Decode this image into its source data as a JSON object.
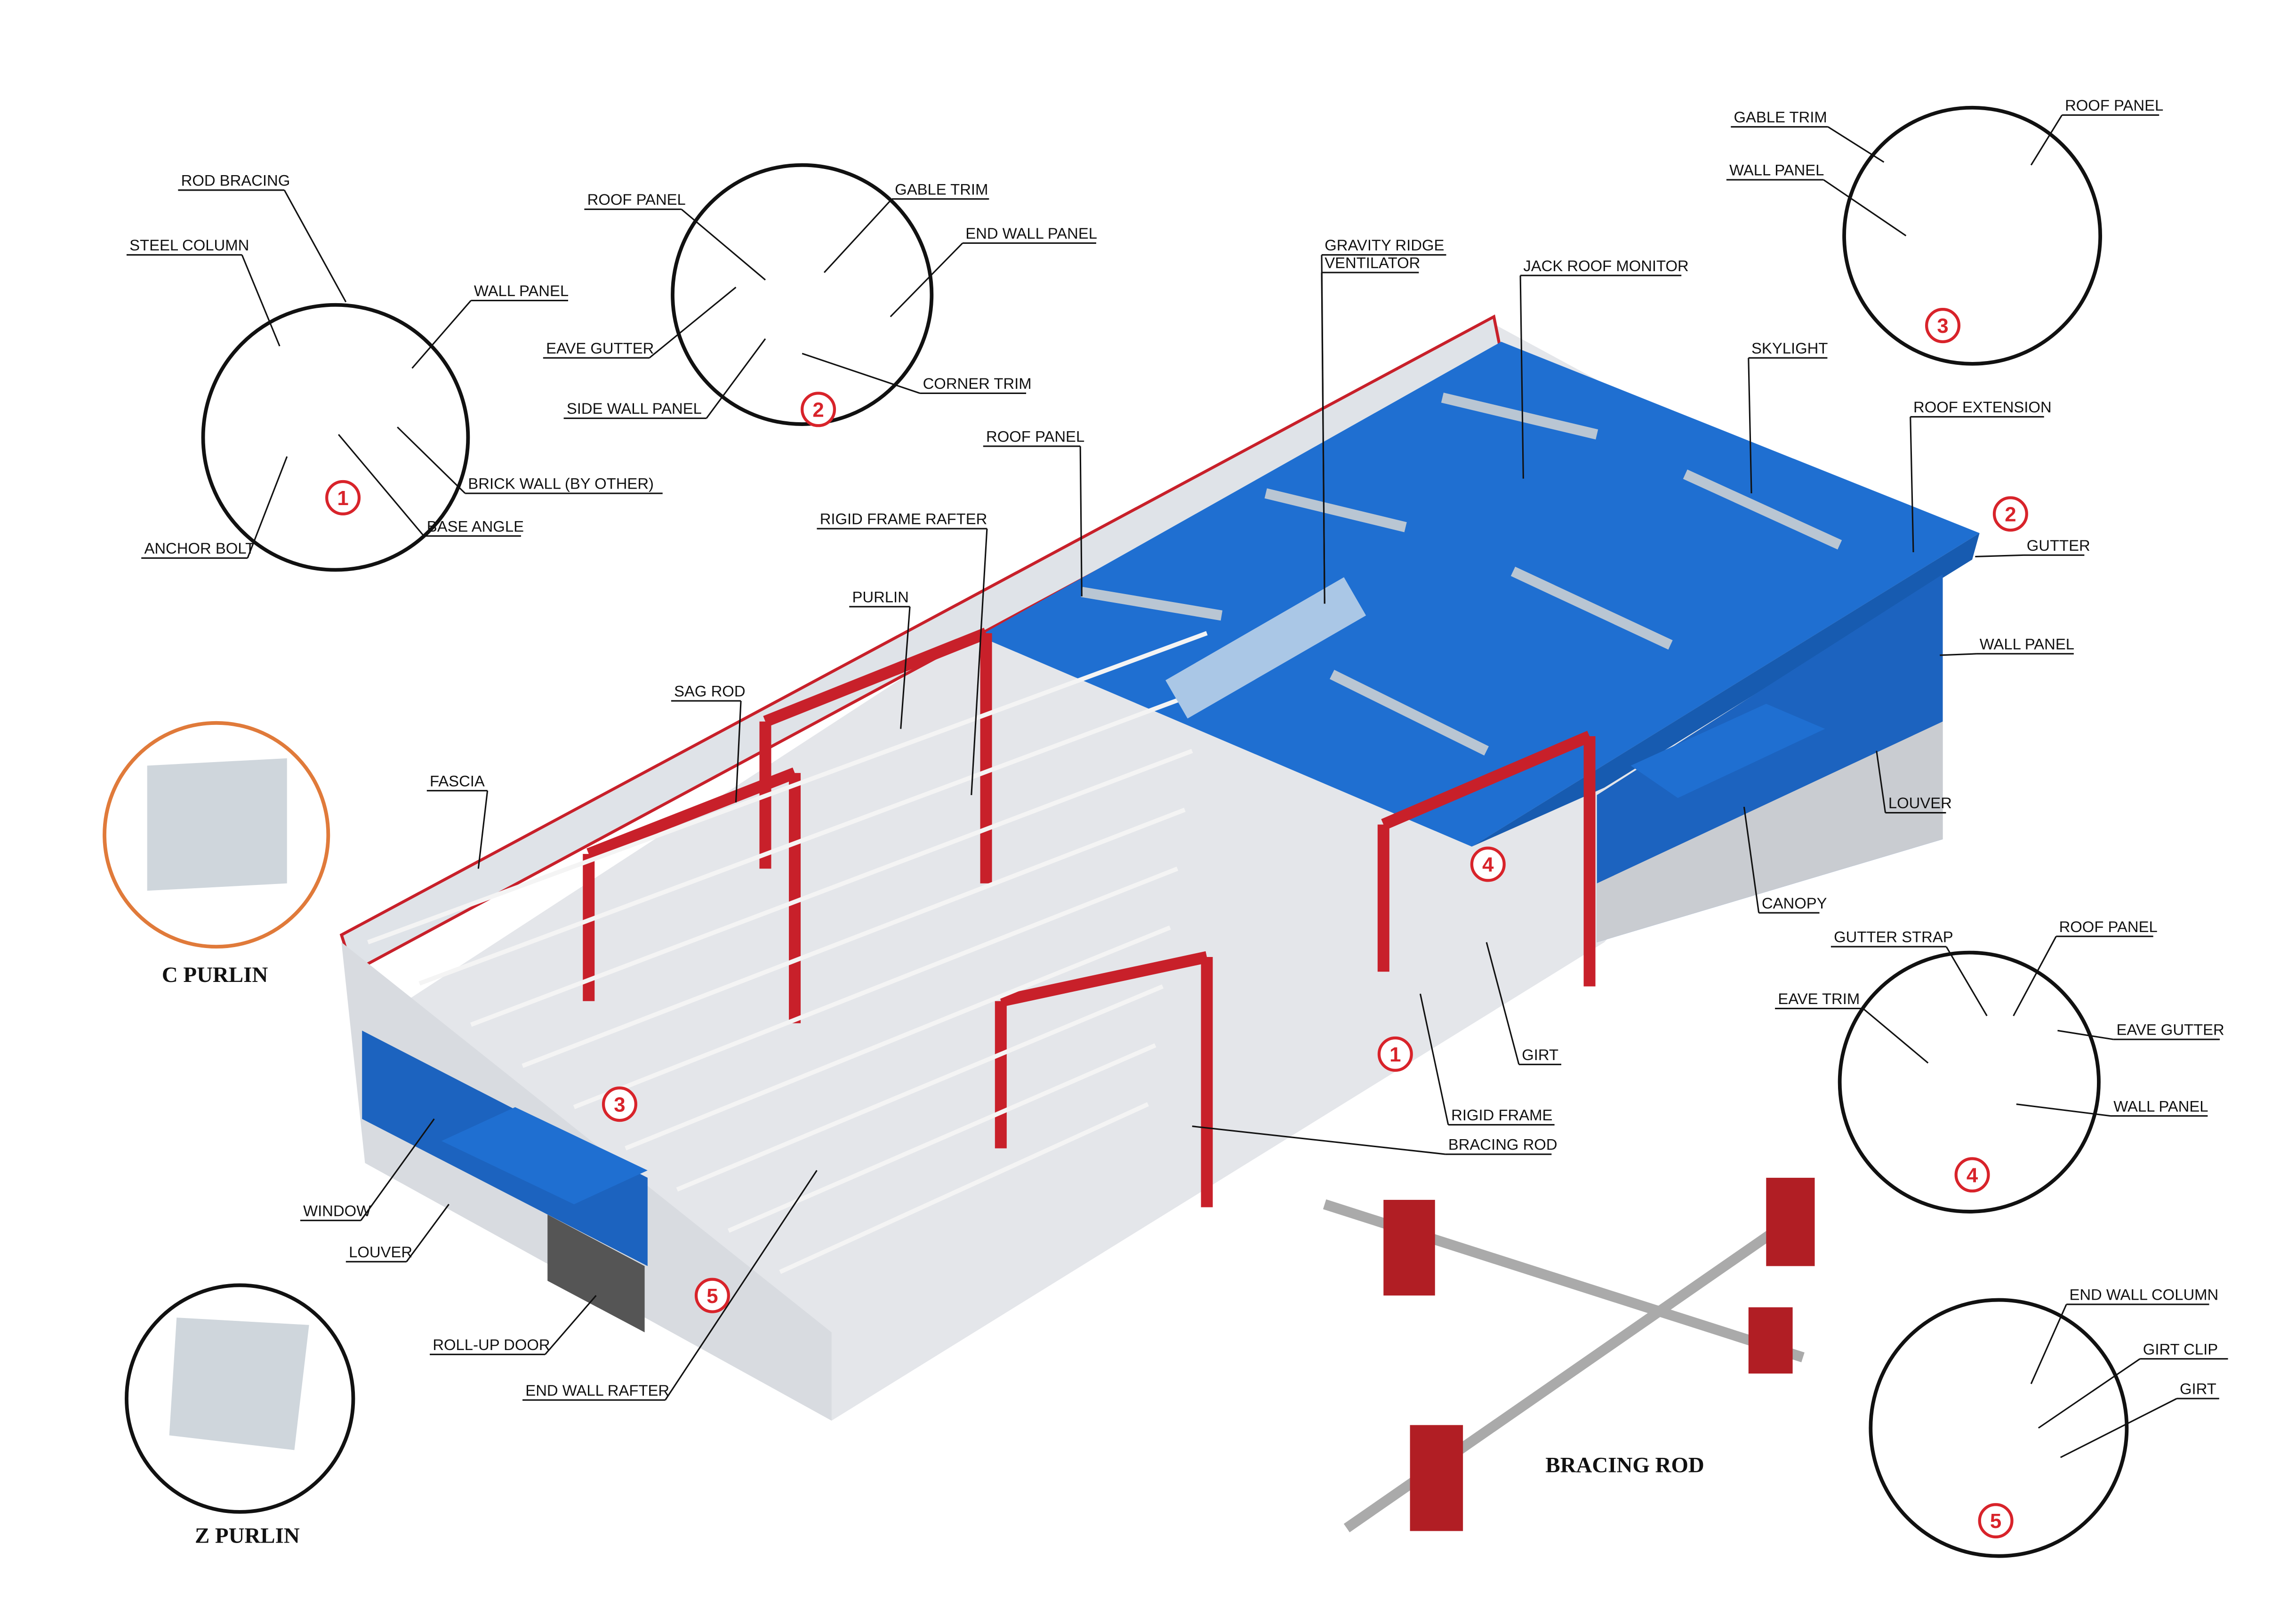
{
  "labels": [
    "ROD BRACING",
    "STEEL COLUMN",
    "WALL PANEL",
    "ROOF PANEL",
    "GABLE TRIM",
    "END WALL PANEL",
    "EAVE GUTTER",
    "SIDE WALL PANEL",
    "CORNER TRIM",
    "BRICK WALL (BY OTHER)",
    "BASE ANGLE",
    "ANCHOR BOLT",
    "GRAVITY RIDGE",
    "VENTILATOR",
    "JACK ROOF MONITOR",
    "GABLE TRIM",
    "ROOF PANEL",
    "WALL PANEL",
    "SKYLIGHT",
    "ROOF EXTENSION",
    "ROOF PANEL",
    "RIGID FRAME RAFTER",
    "PURLIN",
    "SAG ROD",
    "FASCIA",
    "GUTTER",
    "WALL PANEL",
    "LOUVER",
    "CANOPY",
    "GUTTER STRAP",
    "ROOF PANEL",
    "EAVE TRIM",
    "EAVE GUTTER",
    "WALL PANEL",
    "GIRT",
    "RIGID FRAME",
    "BRACING ROD",
    "WINDOW",
    "LOUVER",
    "ROLL-UP DOOR",
    "END WALL RAFTER",
    "END WALL COLUMN",
    "GIRT CLIP",
    "GIRT"
  ],
  "titles": {
    "c_purlin": "C PURLIN",
    "z_purlin": "Z PURLIN",
    "bracing_rod": "BRACING ROD"
  },
  "badges": [
    "1",
    "2",
    "3",
    "4",
    "5",
    "2",
    "4",
    "1",
    "3",
    "5"
  ],
  "colors": {
    "roof": "#1f6fd1",
    "frame": "#c8202a",
    "badge": "#d8232a",
    "c_purlin_ring": "#e07a3a"
  }
}
